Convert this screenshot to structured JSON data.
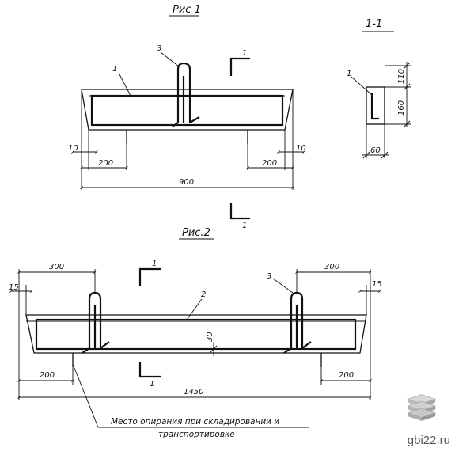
{
  "fig1": {
    "title": "Рис 1",
    "bar_label": "1",
    "loop_label": "3",
    "dim_left_end": "10",
    "dim_right_end": "10",
    "dim_left_support": "200",
    "dim_right_support": "200",
    "dim_total": "900",
    "cut_mark_top": "1",
    "cut_mark_bottom": "1"
  },
  "section": {
    "title": "1-1",
    "bar_label": "1",
    "dim_top": "110",
    "dim_height": "160",
    "dim_width": "60"
  },
  "fig2": {
    "title": "Рис.2",
    "dim_left_loop": "300",
    "dim_right_loop": "300",
    "dim_left_end": "15",
    "dim_right_end": "15",
    "loop_label": "3",
    "bar_label": "2",
    "dim_cover": "30",
    "dim_left_support": "200",
    "dim_right_support": "200",
    "dim_total": "1450",
    "cut_mark_top": "1",
    "cut_mark_bottom": "1",
    "note_line1": "Место опирания при складировании и",
    "note_line2": "транспортировке"
  },
  "watermark": {
    "site": "gbi22.ru",
    "icon": "stacked-slabs-icon"
  }
}
